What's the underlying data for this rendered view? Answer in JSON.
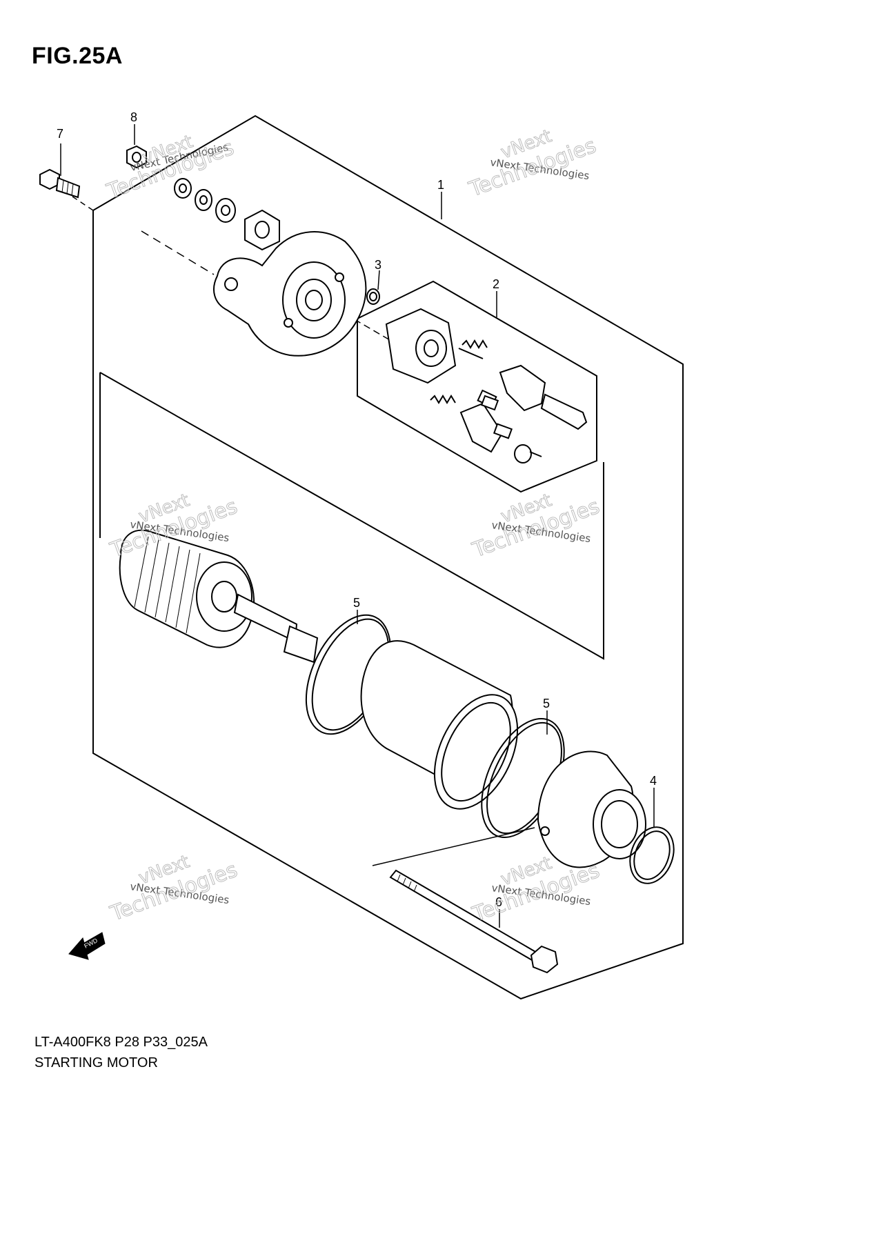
{
  "figure": {
    "title": "FIG.25A",
    "model_code": "LT-A400FK8 P28 P33_025A",
    "part_name": "STARTING MOTOR",
    "fwd_label": "FWD"
  },
  "callouts": [
    "1",
    "2",
    "3",
    "4",
    "5",
    "5",
    "6",
    "7",
    "8"
  ],
  "watermark": {
    "line1": "vNext Technologies",
    "large_a": "vNext",
    "large_b": "Technologies"
  },
  "colors": {
    "line": "#000000",
    "watermark": "#bdbdbd"
  }
}
